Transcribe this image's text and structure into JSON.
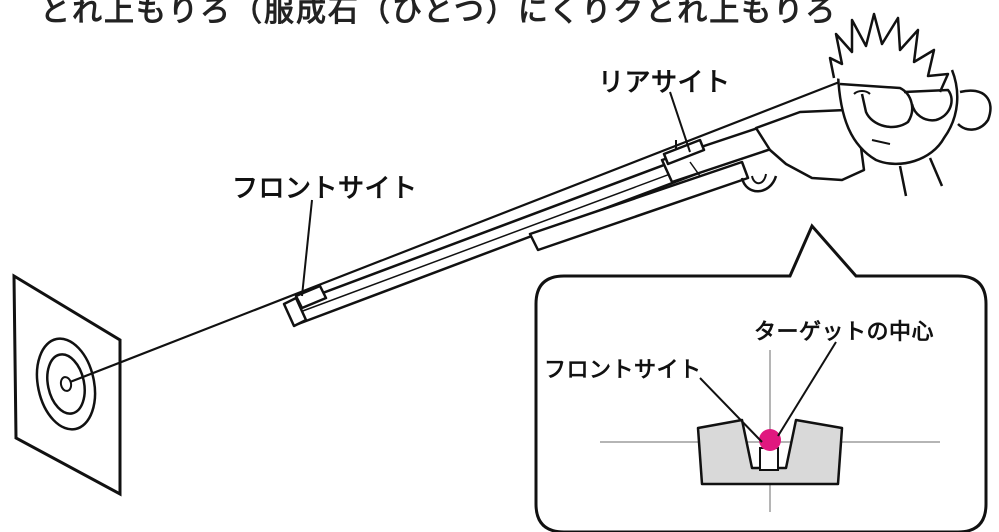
{
  "labels": {
    "rear_sight": "リアサイト",
    "front_sight": "フロントサイト",
    "inset_target_center": "ターゲットの中心",
    "inset_front_sight": "フロントサイト"
  },
  "colors": {
    "line": "#111111",
    "crosshair": "#b5b5b5",
    "sight_fill": "#d9d9d9",
    "target_center_dot": "#e0187f"
  }
}
